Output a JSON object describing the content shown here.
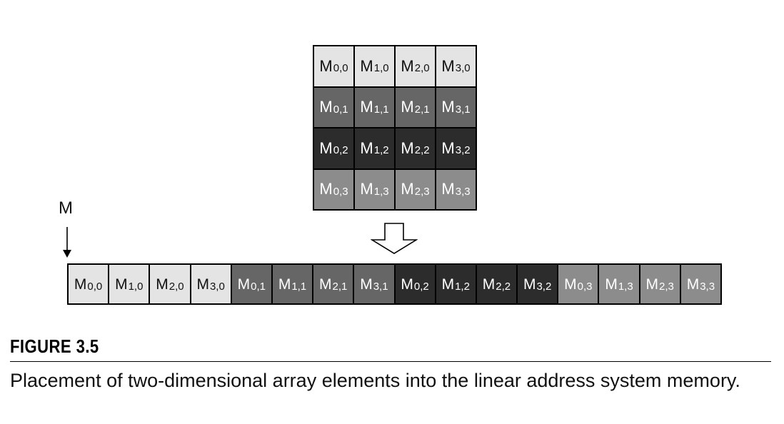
{
  "array_name": "M",
  "row_tones": [
    "#e4e4e4",
    "#666666",
    "#2c2c2c",
    "#8c8c8c"
  ],
  "matrix": [
    [
      {
        "base": "M",
        "sub": "0,0"
      },
      {
        "base": "M",
        "sub": "1,0"
      },
      {
        "base": "M",
        "sub": "2,0"
      },
      {
        "base": "M",
        "sub": "3,0"
      }
    ],
    [
      {
        "base": "M",
        "sub": "0,1"
      },
      {
        "base": "M",
        "sub": "1,1"
      },
      {
        "base": "M",
        "sub": "2,1"
      },
      {
        "base": "M",
        "sub": "3,1"
      }
    ],
    [
      {
        "base": "M",
        "sub": "0,2"
      },
      {
        "base": "M",
        "sub": "1,2"
      },
      {
        "base": "M",
        "sub": "2,2"
      },
      {
        "base": "M",
        "sub": "3,2"
      }
    ],
    [
      {
        "base": "M",
        "sub": "0,3"
      },
      {
        "base": "M",
        "sub": "1,3"
      },
      {
        "base": "M",
        "sub": "2,3"
      },
      {
        "base": "M",
        "sub": "3,3"
      }
    ]
  ],
  "linear": [
    {
      "base": "M",
      "sub": "0,0",
      "row": 0
    },
    {
      "base": "M",
      "sub": "1,0",
      "row": 0
    },
    {
      "base": "M",
      "sub": "2,0",
      "row": 0
    },
    {
      "base": "M",
      "sub": "3,0",
      "row": 0
    },
    {
      "base": "M",
      "sub": "0,1",
      "row": 1
    },
    {
      "base": "M",
      "sub": "1,1",
      "row": 1
    },
    {
      "base": "M",
      "sub": "2,1",
      "row": 1
    },
    {
      "base": "M",
      "sub": "3,1",
      "row": 1
    },
    {
      "base": "M",
      "sub": "0,2",
      "row": 2
    },
    {
      "base": "M",
      "sub": "1,2",
      "row": 2
    },
    {
      "base": "M",
      "sub": "2,2",
      "row": 2
    },
    {
      "base": "M",
      "sub": "3,2",
      "row": 2
    },
    {
      "base": "M",
      "sub": "0,3",
      "row": 3
    },
    {
      "base": "M",
      "sub": "1,3",
      "row": 3
    },
    {
      "base": "M",
      "sub": "2,3",
      "row": 3
    },
    {
      "base": "M",
      "sub": "3,3",
      "row": 3
    }
  ],
  "figure": {
    "title": "FIGURE 3.5",
    "caption": "Placement of two-dimensional array elements into the linear address system memory."
  }
}
